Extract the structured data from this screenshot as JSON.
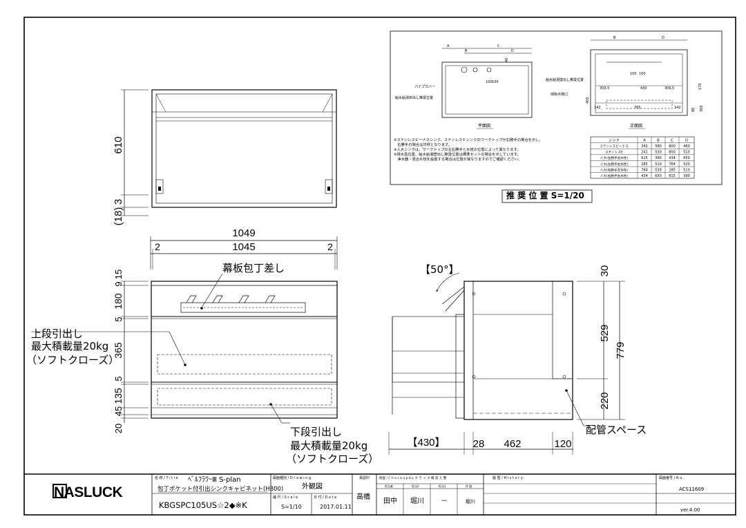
{
  "top_view": {
    "dims": {
      "d610": "610",
      "d3": "3",
      "d18": "(18)"
    }
  },
  "front_view": {
    "overall_width": "1049",
    "inner_width": "1045",
    "side_left": "2",
    "side_right": "2",
    "heights": {
      "h15": "15",
      "h9": "9",
      "h180": "180",
      "h5a": "5",
      "h365": "365",
      "h5b": "5",
      "h135": "135",
      "h45": "45",
      "h20": "20"
    },
    "note_knife": "幕板包丁差し",
    "note_upper": [
      "上段引出し",
      "最大積載量20kg",
      "（ソフトクローズ）"
    ],
    "note_lower": [
      "下段引出し",
      "最大積載量20kg",
      "（ソフトクローズ）"
    ]
  },
  "side_view": {
    "angle": "【50°】",
    "d430": "【430】",
    "d28": "28",
    "d462": "462",
    "d120": "120",
    "d30": "30",
    "d529": "529",
    "d779": "779",
    "d220": "220",
    "pipe_space": "配管スペース"
  },
  "reco_box": {
    "plan_label": "平面図",
    "front_label": "正面図",
    "pipe_cover": "パイプカバー",
    "supply_drain": "給水給湯床出し推奨位置",
    "supply_wall": "給水給湯壁出し推奨位置",
    "drain_check": "掃除点検口",
    "plan_dims": [
      "A",
      "B",
      "C",
      "D",
      "100",
      "100",
      "40"
    ],
    "front_dims": [
      "B",
      "D",
      "100",
      "100",
      "309.5",
      "430",
      "309.5",
      "142",
      "765",
      "142",
      "170",
      "400",
      "80",
      "300"
    ],
    "notes": [
      "※ステンレスビーナスシンク、ステンレスＥシンクのワークトップが右勝手の場合を示し、",
      "　右勝手の場合は対称となります。",
      "※人大シンクは、ワークトップの左右勝手と水栓の位置によって異なります。",
      "※排水具位置、給水給湯壁出し推奨位置は標準セットの場合を示しています。",
      "　浄水器・混合水栓を設置する場合は位置が異なりますのでご確認ください。"
    ],
    "table": {
      "headers": [
        "シンク",
        "A",
        "B",
        "C",
        "D"
      ],
      "rows": [
        [
          "ステンレスビーナス",
          "241",
          "580",
          "800",
          "460"
        ],
        [
          "ステンレスE",
          "241",
          "530",
          "800",
          "510"
        ],
        [
          "人大(左勝手左水栓)",
          "615",
          "390",
          "434",
          "650"
        ],
        [
          "人大(左勝手右水栓)",
          "285",
          "510",
          "764",
          "520"
        ],
        [
          "人大(右勝手左水栓)",
          "764",
          "539",
          "285",
          "510"
        ],
        [
          "人大(右勝手右水栓)",
          "434",
          "650",
          "615",
          "390"
        ]
      ]
    }
  },
  "reco_caption": "推 奨 位 置  S=1/20",
  "title_block": {
    "logo": "NASLUCK",
    "name_label": "名 称 / T i t l e",
    "name_line1": "ﾍﾞﾙﾌﾗﾜｰⅢ S-plan",
    "name_line2": "包丁ポケット付引出シンクキャビネット(H800)",
    "model": "KBGSPC105US☆2◆※K",
    "drawing_type_label": "図面種別 / D r a w i n g",
    "drawing_type": "外観図",
    "scale_label": "縮 尺 / S c a l e",
    "scale": "S=1/10",
    "date_label": "日 付 / D a t e",
    "date": "2017.01.11",
    "approved_label": "承認印",
    "approved": "高橋",
    "check_label": "照査 / C h e c k  u p  b y  ク ラ ッ ク 確 認 え 整",
    "check_sub": [
      "担当者",
      "担当2",
      "担当1",
      "作 図"
    ],
    "check_vals": [
      "田中",
      "堀川",
      "－",
      "堀川"
    ],
    "history_label": "履 歴 / H i s t o r y",
    "no_label": "図面番号 / N o .",
    "number": "ACS11609",
    "version": "ver.4.00"
  }
}
